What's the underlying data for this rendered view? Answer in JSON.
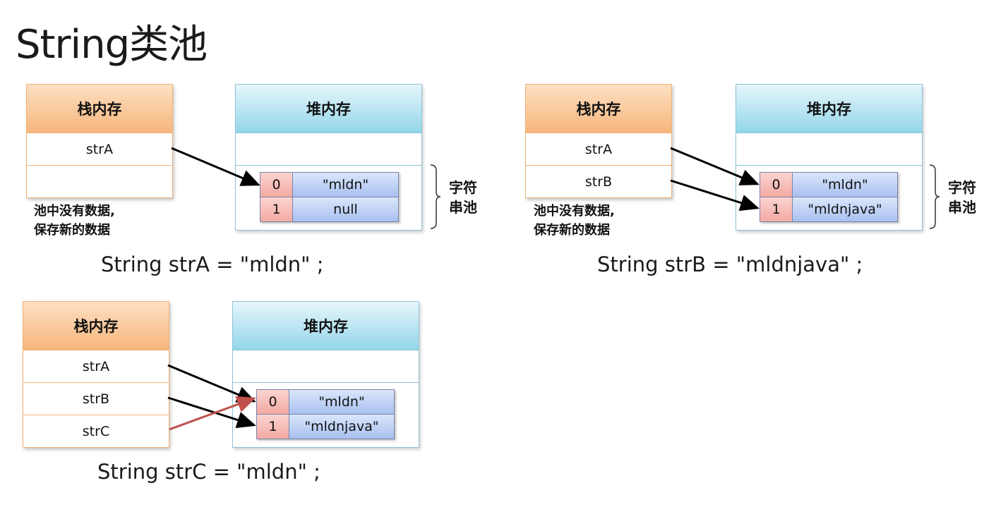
{
  "title": "String类池",
  "labels": {
    "stack": "栈内存",
    "heap": "堆内存",
    "pool": [
      "字符",
      "串池"
    ],
    "note": [
      "池中没有数据,",
      "保存新的数据"
    ]
  },
  "panel1": {
    "stack_rows": [
      "strA",
      ""
    ],
    "pool": [
      {
        "idx": "0",
        "val": "\"mldn\""
      },
      {
        "idx": "1",
        "val": "null"
      }
    ],
    "code": "String strA = \"mldn\" ;"
  },
  "panel2": {
    "stack_rows": [
      "strA",
      "strB"
    ],
    "pool": [
      {
        "idx": "0",
        "val": "\"mldn\""
      },
      {
        "idx": "1",
        "val": "\"mldnjava\""
      }
    ],
    "code": "String strB = \"mldnjava\" ;"
  },
  "panel3": {
    "stack_rows": [
      "strA",
      "strB",
      "strC"
    ],
    "pool": [
      {
        "idx": "0",
        "val": "\"mldn\""
      },
      {
        "idx": "1",
        "val": "\"mldnjava\""
      }
    ],
    "code": "String strC = \"mldn\" ;"
  },
  "colors": {
    "arrow": "#000000",
    "new_reference_arrow": "#c0504d"
  }
}
